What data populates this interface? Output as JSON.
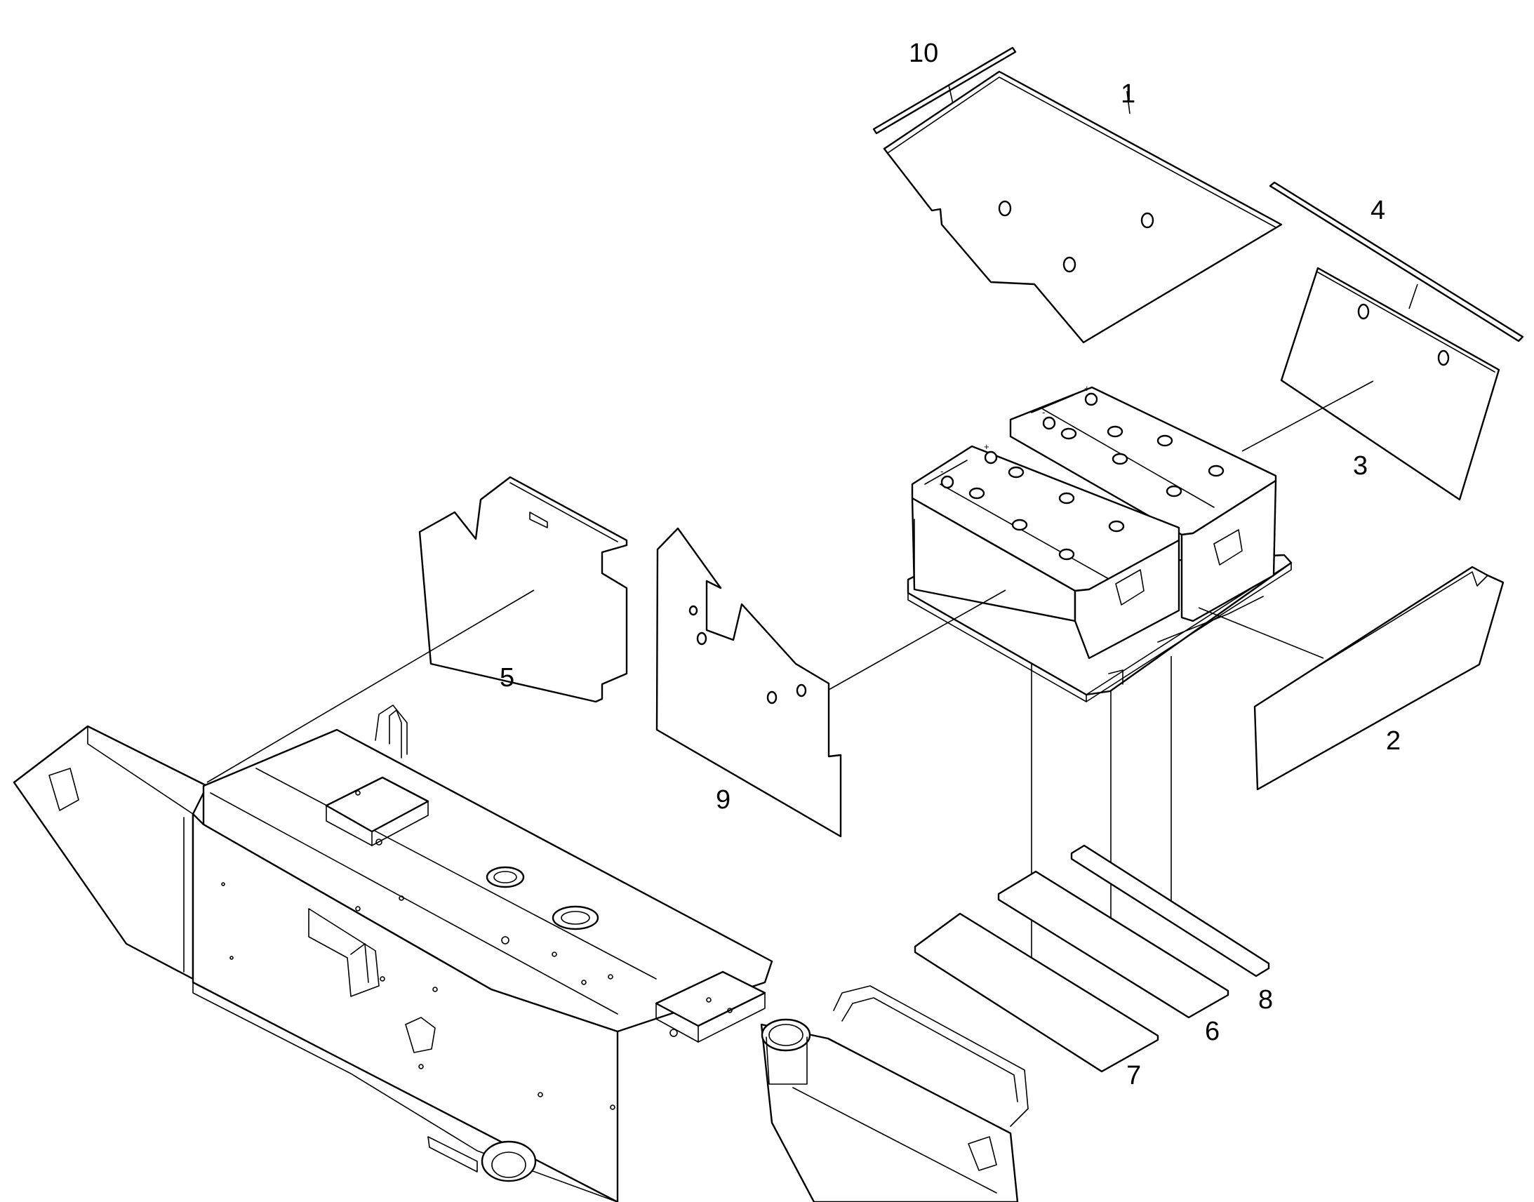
{
  "diagram": {
    "callouts": [
      {
        "id": "label-1",
        "text": "1"
      },
      {
        "id": "label-2",
        "text": "2"
      },
      {
        "id": "label-3",
        "text": "3"
      },
      {
        "id": "label-4",
        "text": "4"
      },
      {
        "id": "label-5",
        "text": "5"
      },
      {
        "id": "label-6",
        "text": "6"
      },
      {
        "id": "label-7",
        "text": "7"
      },
      {
        "id": "label-8",
        "text": "8"
      },
      {
        "id": "label-9",
        "text": "9"
      },
      {
        "id": "label-10",
        "text": "10"
      }
    ],
    "terminal_marks": {
      "negative": "-",
      "positive": "+"
    }
  }
}
